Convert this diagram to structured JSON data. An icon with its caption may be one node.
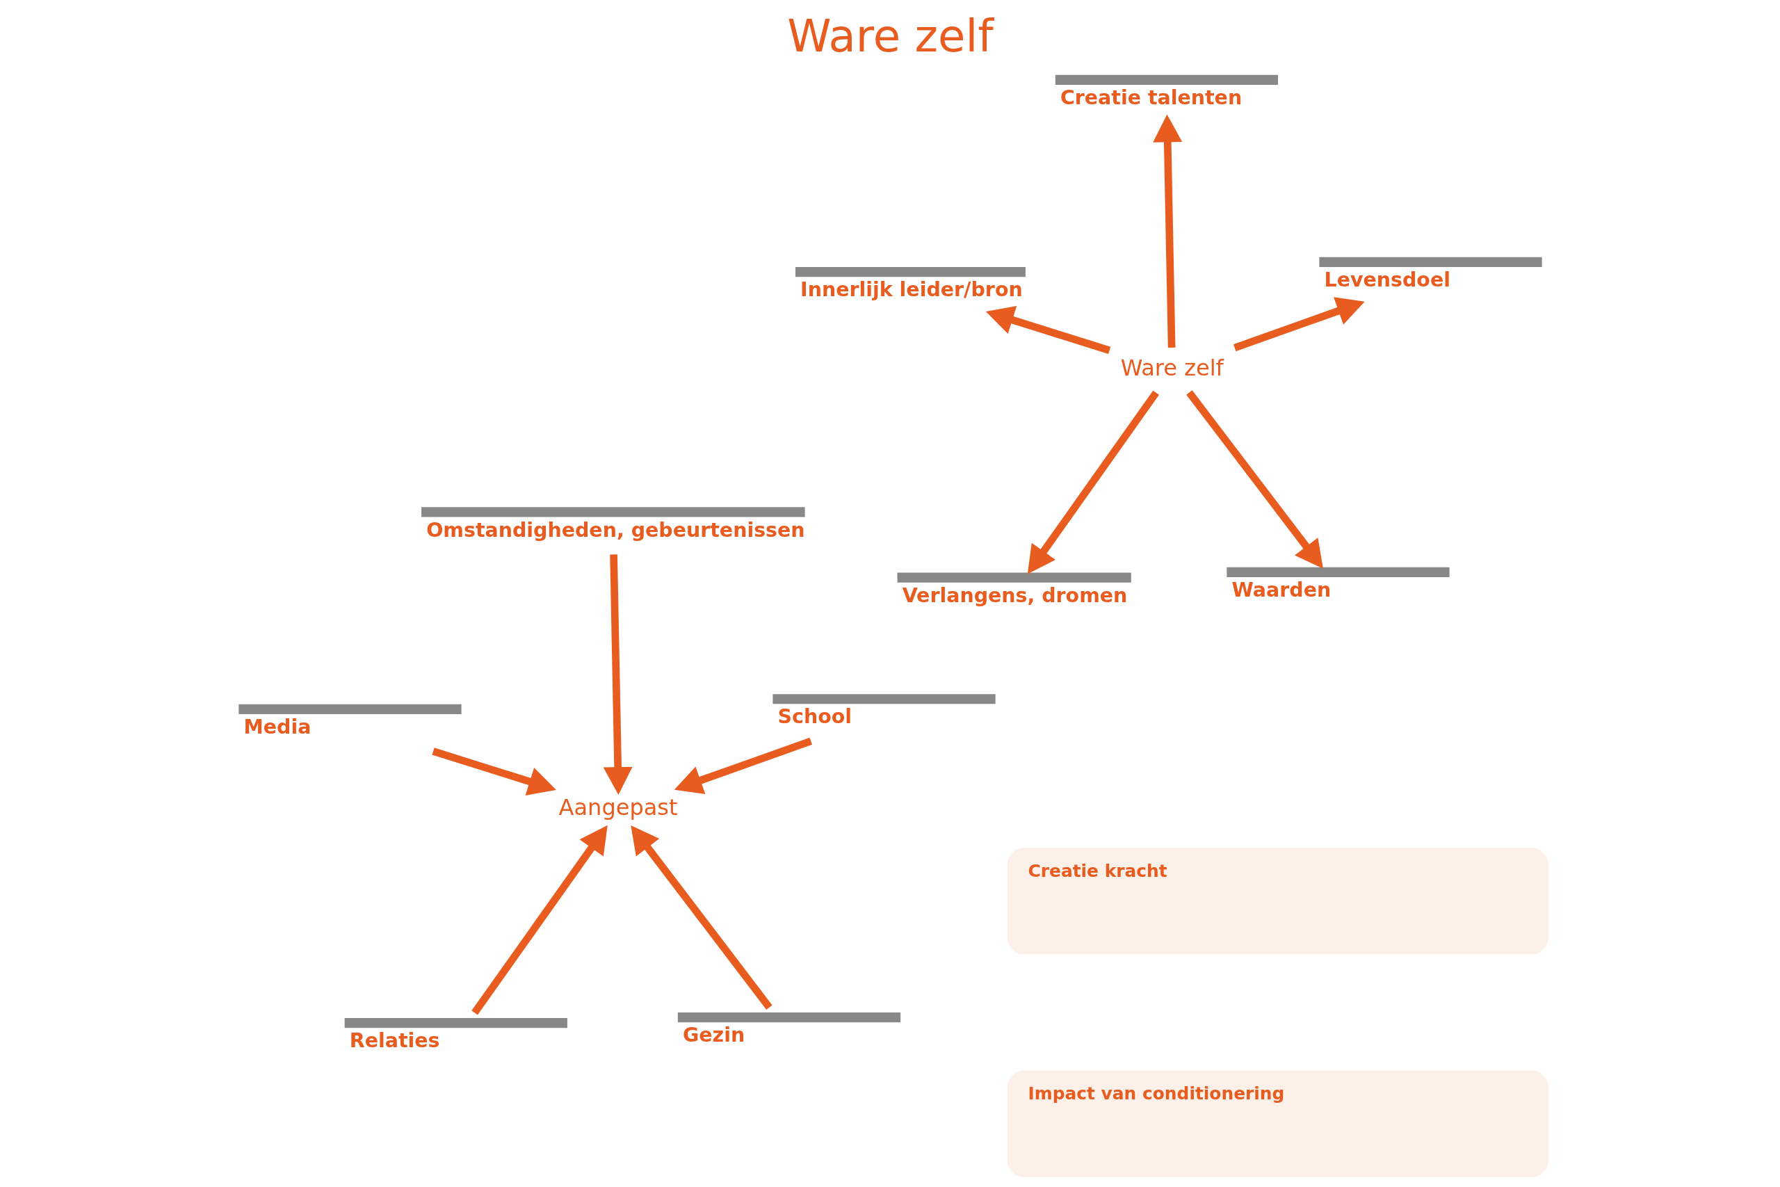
{
  "diagram": {
    "title": "Ware zelf",
    "nodes": [
      {
        "text": [
          "Impact van conditionering"
        ]
      },
      {
        "text": [
          "Creatie kracht"
        ]
      },
      {
        "text": [
          "Relaties"
        ]
      },
      {
        "text": [
          "Gezin"
        ]
      },
      {
        "text": [
          "Aangepast"
        ]
      },
      {
        "text": [
          "Omstandigheden, gebeurtenissen"
        ]
      },
      {
        "text": [
          "School"
        ]
      },
      {
        "text": [
          "Media"
        ]
      },
      {
        "text": [
          "Verlangens, dromen"
        ]
      },
      {
        "text": [
          "Waarden"
        ]
      },
      {
        "text": [
          "Ware zelf"
        ]
      },
      {
        "text": [
          "Creatie talenten"
        ]
      },
      {
        "text": [
          "Levensdoel"
        ]
      },
      {
        "text": [
          "Innerlijk leider/bron"
        ]
      }
    ],
    "edges": [
      {
        "from": 2,
        "to": 4,
        "arrow": "to"
      },
      {
        "from": 3,
        "to": 4,
        "arrow": "to"
      },
      {
        "from": 5,
        "to": 4,
        "arrow": "to"
      },
      {
        "from": 6,
        "to": 4,
        "arrow": "to"
      },
      {
        "from": 7,
        "to": 4,
        "arrow": "to"
      },
      {
        "from": 10,
        "to": 8,
        "arrow": "to"
      },
      {
        "from": 10,
        "to": 9,
        "arrow": "to"
      },
      {
        "from": 10,
        "to": 11,
        "arrow": "to"
      },
      {
        "from": 10,
        "to": 12,
        "arrow": "to"
      },
      {
        "from": 10,
        "to": 13,
        "arrow": "to"
      }
    ]
  }
}
